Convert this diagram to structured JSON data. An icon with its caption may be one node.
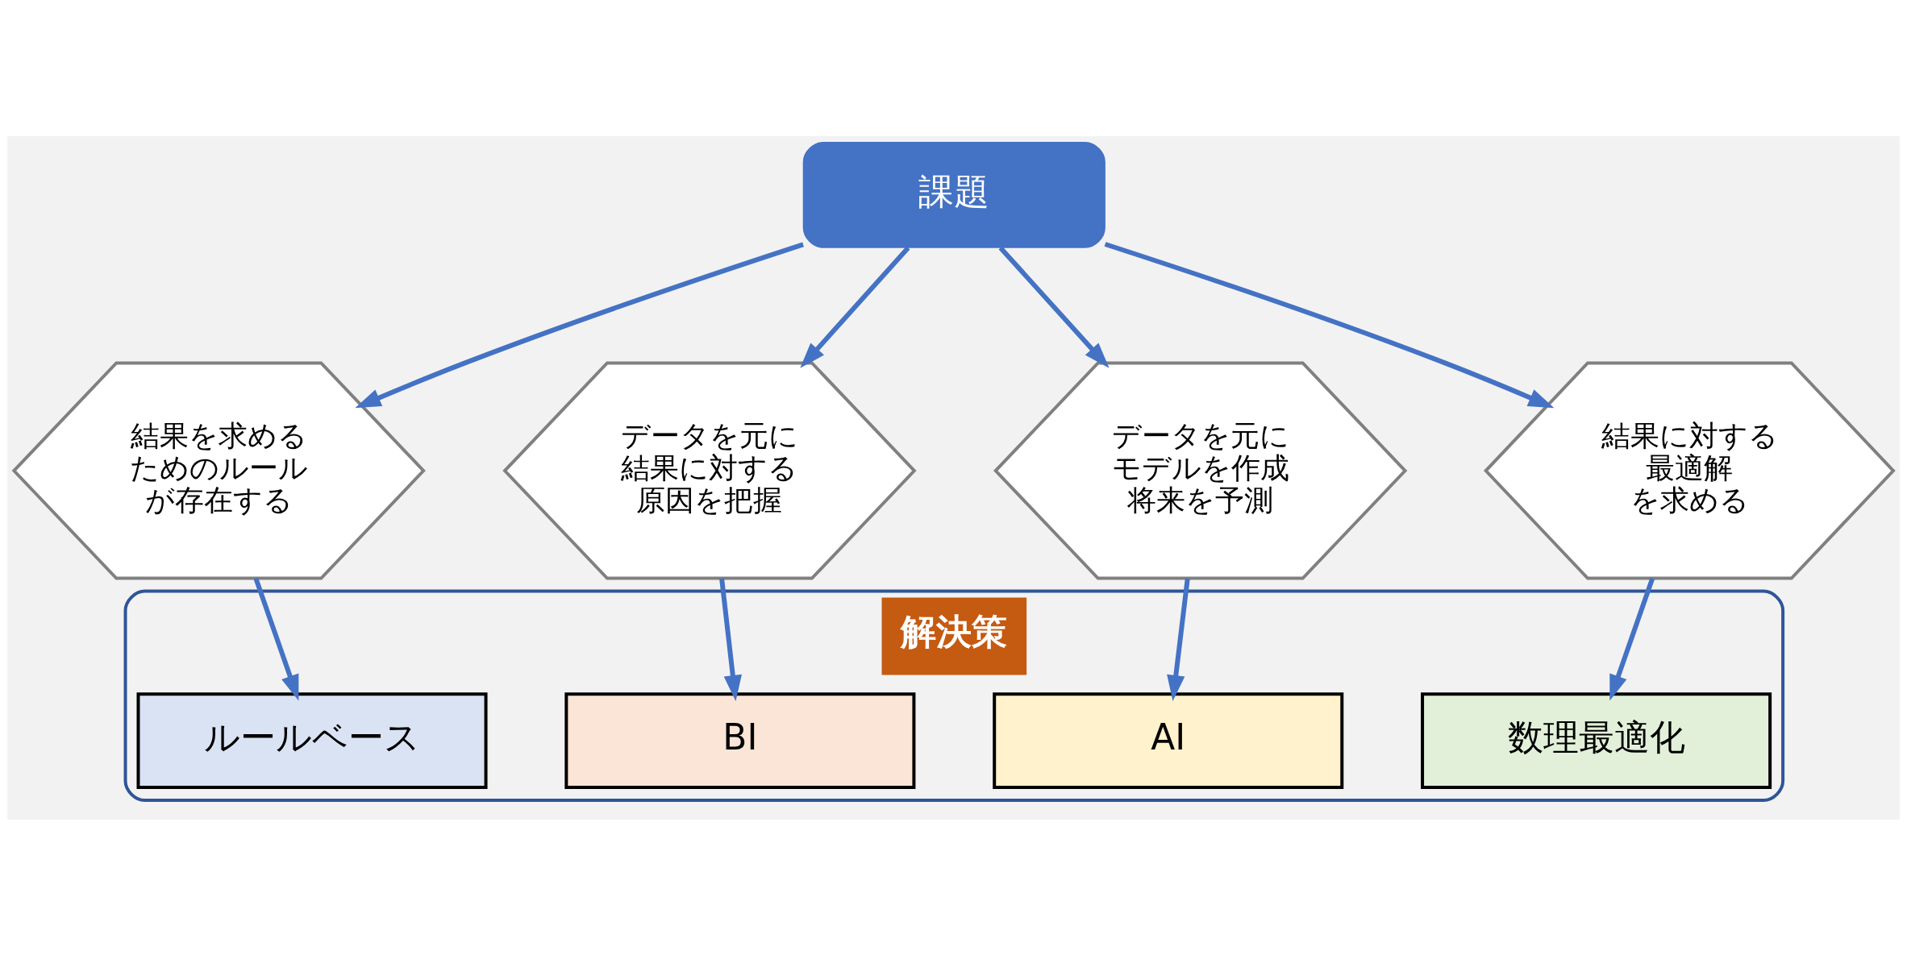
{
  "diagram": {
    "nodes": [
      {
        "text": [
          "課題"
        ]
      },
      {
        "text": [
          "結果を求めるためのルールが存在する"
        ]
      },
      {
        "text": [
          "データを元に結果に対する原因を把握"
        ]
      },
      {
        "text": [
          "データを元にモデルを作成将来を予測"
        ]
      },
      {
        "text": [
          "結果に対する最適解を求める"
        ]
      },
      {
        "text": [
          "解決策"
        ]
      },
      {
        "text": [
          "ルールベース"
        ],
        "in": 5
      },
      {
        "text": [
          "BI"
        ],
        "in": 5
      },
      {
        "text": [
          "AI"
        ],
        "in": 5
      },
      {
        "text": [
          "数理最適化"
        ],
        "in": 5
      }
    ],
    "edges": [
      {
        "from": 0,
        "to": 1,
        "arrow": "to"
      },
      {
        "from": 0,
        "to": 2,
        "arrow": "to"
      },
      {
        "from": 0,
        "to": 3,
        "arrow": "to"
      },
      {
        "from": 0,
        "to": 4,
        "arrow": "to"
      },
      {
        "from": 1,
        "to": 6,
        "arrow": "to"
      },
      {
        "from": 2,
        "to": 7,
        "arrow": "to"
      },
      {
        "from": 3,
        "to": 8,
        "arrow": "to"
      },
      {
        "from": 4,
        "to": 9,
        "arrow": "to"
      }
    ]
  }
}
